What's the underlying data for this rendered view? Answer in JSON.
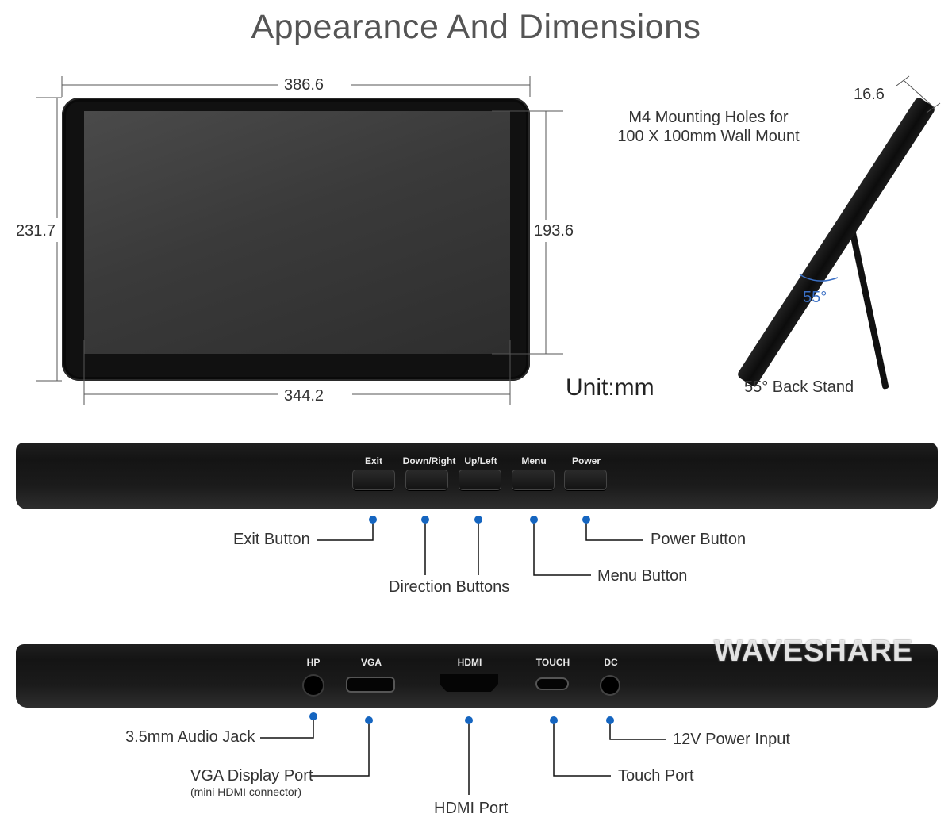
{
  "title": "Appearance And Dimensions",
  "dimensions": {
    "width_outer": "386.6",
    "height_outer": "231.7",
    "height_screen": "193.6",
    "width_screen": "344.2",
    "depth": "16.6",
    "stand_angle": "55°"
  },
  "notes": {
    "mount": "M4 Mounting Holes for",
    "mount_line2": "100 X 100mm Wall Mount",
    "stand": "55° Back Stand",
    "unit": "Unit:mm"
  },
  "buttons": [
    {
      "label": "Exit"
    },
    {
      "label": "Down/Right"
    },
    {
      "label": "Up/Left"
    },
    {
      "label": "Menu"
    },
    {
      "label": "Power"
    }
  ],
  "button_callouts": {
    "exit": "Exit Button",
    "direction": "Direction Buttons",
    "menu": "Menu Button",
    "power": "Power Button"
  },
  "ports": [
    {
      "label": "HP"
    },
    {
      "label": "VGA"
    },
    {
      "label": "HDMI"
    },
    {
      "label": "TOUCH"
    },
    {
      "label": "DC"
    }
  ],
  "port_callouts": {
    "audio": "3.5mm Audio Jack",
    "vga": "VGA Display Port",
    "vga_sub": "(mini HDMI connector)",
    "hdmi": "HDMI Port",
    "touch": "Touch Port",
    "power": "12V Power Input"
  },
  "brand": "WAVESHARE",
  "colors": {
    "callout_dot": "#1565c0",
    "angle_arc": "#3a6fc4",
    "body": "#111111"
  }
}
